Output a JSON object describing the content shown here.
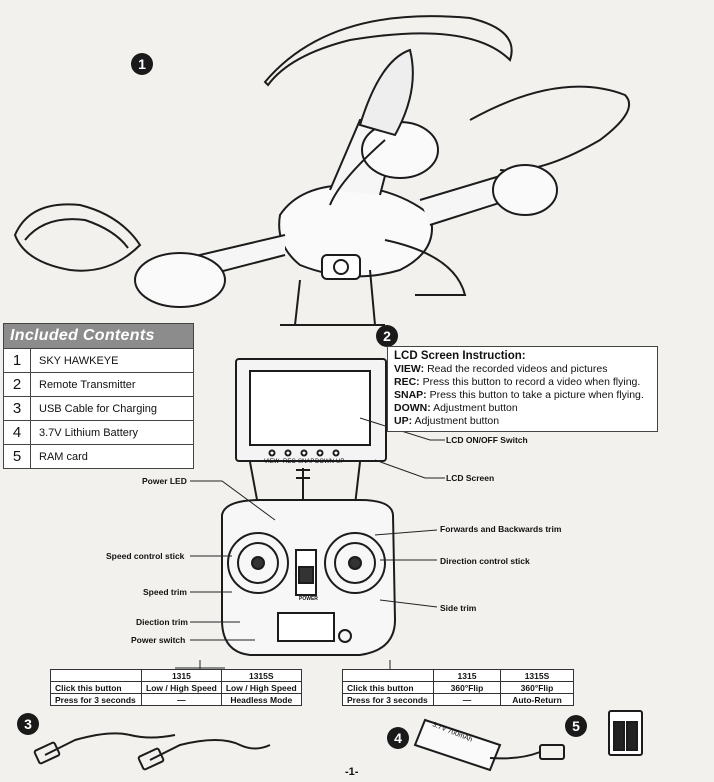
{
  "badges": [
    "1",
    "2",
    "3",
    "4",
    "5"
  ],
  "included_contents": {
    "title": "Included Contents",
    "items": [
      {
        "num": "1",
        "label": "SKY HAWKEYE"
      },
      {
        "num": "2",
        "label": "Remote Transmitter"
      },
      {
        "num": "3",
        "label": "USB Cable for Charging"
      },
      {
        "num": "4",
        "label": "3.7V   Lithium Battery"
      },
      {
        "num": "5",
        "label": "RAM card"
      }
    ]
  },
  "lcd_instruction": {
    "title": "LCD Screen Instruction:",
    "lines": [
      {
        "key": "VIEW:",
        "text": "Read the recorded videos and pictures"
      },
      {
        "key": "REC:",
        "text": "Press this button to record a video when flying."
      },
      {
        "key": "SNAP:",
        "text": "Press this button to take a picture when flying."
      },
      {
        "key": "DOWN:",
        "text": "Adjustment button"
      },
      {
        "key": "UP:",
        "text": "Adjustment button"
      }
    ]
  },
  "screen_buttons": [
    "VIEW",
    "REC",
    "SNAP",
    "DOWN",
    "UP"
  ],
  "callouts": {
    "lcd_onoff": "LCD ON/OFF Switch",
    "lcd_screen": "LCD Screen",
    "power_led": "Power LED",
    "fwd_back_trim": "Forwards and Backwards trim",
    "speed_stick": "Speed control stick",
    "direction_stick": "Direction control stick",
    "speed_trim": "Speed trim",
    "side_trim": "Side trim",
    "direction_trim": "Diection trim",
    "power_switch": "Power switch",
    "power_text": "POWER"
  },
  "table_left": {
    "header": [
      "",
      "1315",
      "1315S"
    ],
    "rows": [
      [
        "Click this button",
        "Low / High Speed",
        "Low / High Speed"
      ],
      [
        "Press for 3 seconds",
        "—",
        "Headless Mode"
      ]
    ]
  },
  "table_right": {
    "header": [
      "",
      "1315",
      "1315S"
    ],
    "rows": [
      [
        "Click this button",
        "360°Flip",
        "360°Flip"
      ],
      [
        "Press for 3 seconds",
        "—",
        "Auto-Return"
      ]
    ]
  },
  "battery_label": "3.7V 700mAh",
  "page_number": "-1-"
}
